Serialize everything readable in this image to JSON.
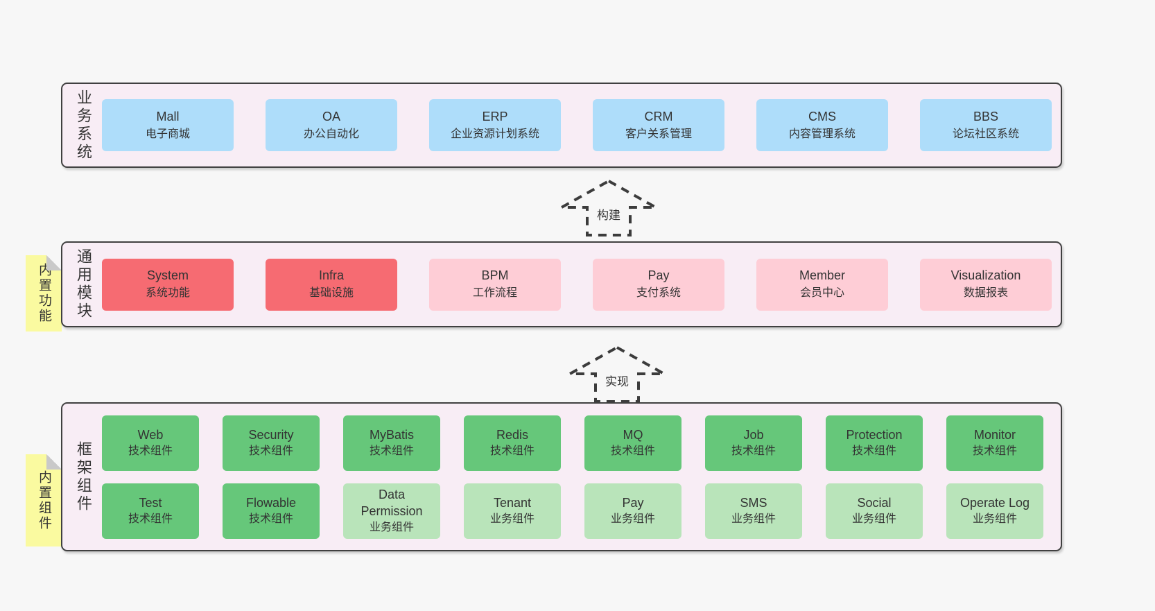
{
  "colors": {
    "page-bg": "#f7f7f7",
    "band-bg": "#f8edf5",
    "border": "#404040",
    "blue": "#aeddfa",
    "red": "#f66b72",
    "pink": "#fecdd6",
    "green-dark": "#66c77a",
    "green-light": "#b9e4ba",
    "sticky": "#fafaa0",
    "fold": "#c9c9c9",
    "text": "#333333"
  },
  "bands": [
    {
      "side_label": "业务系统",
      "boxes": [
        {
          "name": "Mall",
          "desc": "电子商城",
          "type": "blue"
        },
        {
          "name": "OA",
          "desc": "办公自动化",
          "type": "blue"
        },
        {
          "name": "ERP",
          "desc": "企业资源计划系统",
          "type": "blue"
        },
        {
          "name": "CRM",
          "desc": "客户关系管理",
          "type": "blue"
        },
        {
          "name": "CMS",
          "desc": "内容管理系统",
          "type": "blue"
        },
        {
          "name": "BBS",
          "desc": "论坛社区系统",
          "type": "blue"
        }
      ]
    },
    {
      "side_label": "通用模块",
      "sticky_note": "内置功能",
      "boxes": [
        {
          "name": "System",
          "desc": "系统功能",
          "type": "red"
        },
        {
          "name": "Infra",
          "desc": "基础设施",
          "type": "red"
        },
        {
          "name": "BPM",
          "desc": "工作流程",
          "type": "pink"
        },
        {
          "name": "Pay",
          "desc": "支付系统",
          "type": "pink"
        },
        {
          "name": "Member",
          "desc": "会员中心",
          "type": "pink"
        },
        {
          "name": "Visualization",
          "desc": "数据报表",
          "type": "pink"
        }
      ]
    },
    {
      "side_label": "框架组件",
      "sticky_note": "内置组件",
      "rows": [
        [
          {
            "name": "Web",
            "desc": "技术组件",
            "type": "green-dark"
          },
          {
            "name": "Security",
            "desc": "技术组件",
            "type": "green-dark"
          },
          {
            "name": "MyBatis",
            "desc": "技术组件",
            "type": "green-dark"
          },
          {
            "name": "Redis",
            "desc": "技术组件",
            "type": "green-dark"
          },
          {
            "name": "MQ",
            "desc": "技术组件",
            "type": "green-dark"
          },
          {
            "name": "Job",
            "desc": "技术组件",
            "type": "green-dark"
          },
          {
            "name": "Protection",
            "desc": "技术组件",
            "type": "green-dark"
          },
          {
            "name": "Monitor",
            "desc": "技术组件",
            "type": "green-dark"
          }
        ],
        [
          {
            "name": "Test",
            "desc": "技术组件",
            "type": "green-dark"
          },
          {
            "name": "Flowable",
            "desc": "技术组件",
            "type": "green-dark"
          },
          {
            "name": "Data Permission",
            "desc": "业务组件",
            "type": "green-light"
          },
          {
            "name": "Tenant",
            "desc": "业务组件",
            "type": "green-light"
          },
          {
            "name": "Pay",
            "desc": "业务组件",
            "type": "green-light"
          },
          {
            "name": "SMS",
            "desc": "业务组件",
            "type": "green-light"
          },
          {
            "name": "Social",
            "desc": "业务组件",
            "type": "green-light"
          },
          {
            "name": "Operate Log",
            "desc": "业务组件",
            "type": "green-light"
          }
        ]
      ]
    }
  ],
  "arrows": [
    {
      "label": "构建"
    },
    {
      "label": "实现"
    }
  ]
}
